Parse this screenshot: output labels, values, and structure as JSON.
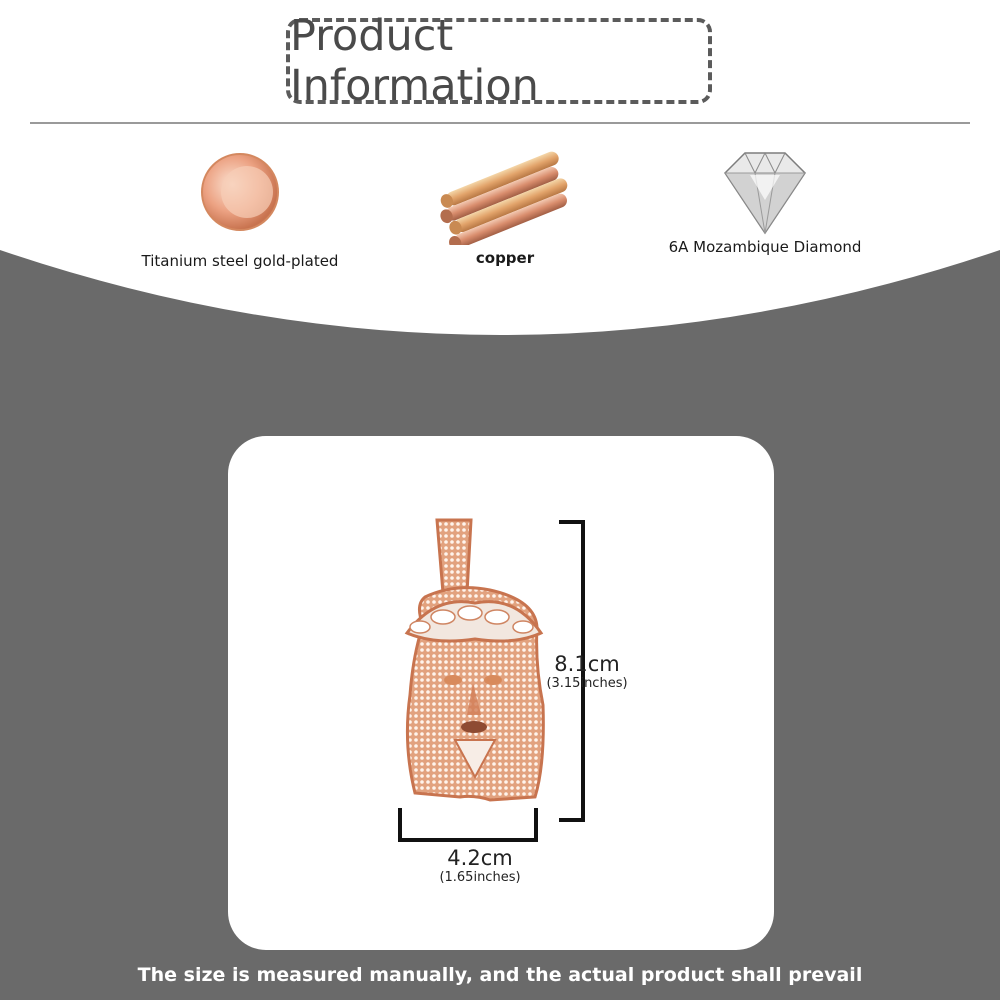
{
  "header": {
    "title": "Product Information"
  },
  "materials": [
    {
      "label": "Titanium steel gold-plated",
      "icon": "rose-gold-disc-icon"
    },
    {
      "label": "copper",
      "icon": "copper-bars-icon"
    },
    {
      "label": "6A Mozambique Diamond",
      "icon": "diamond-icon"
    }
  ],
  "dimensions": {
    "height_cm": "8.1cm",
    "height_in": "(3.15inches)",
    "width_cm": "4.2cm",
    "width_in": "(1.65inches)"
  },
  "footer": {
    "note": "The size is measured manually, and the actual product shall prevail"
  },
  "colors": {
    "background": "#6a6a6a",
    "rose_gold": "#e7a07f",
    "card": "#ffffff"
  }
}
